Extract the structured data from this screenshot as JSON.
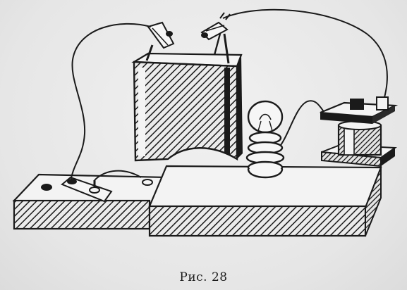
{
  "figure": {
    "caption": "Рис. 28"
  },
  "colors": {
    "ink": "#1a1a1a",
    "paper": "#e9e9e9"
  },
  "components": [
    {
      "name": "battery",
      "icon": "battery-icon"
    },
    {
      "name": "bulb",
      "icon": "bulb-icon"
    },
    {
      "name": "electromagnet-relay",
      "icon": "relay-icon"
    },
    {
      "name": "switch",
      "icon": "switch-icon"
    },
    {
      "name": "base-board",
      "icon": "board-icon"
    }
  ]
}
